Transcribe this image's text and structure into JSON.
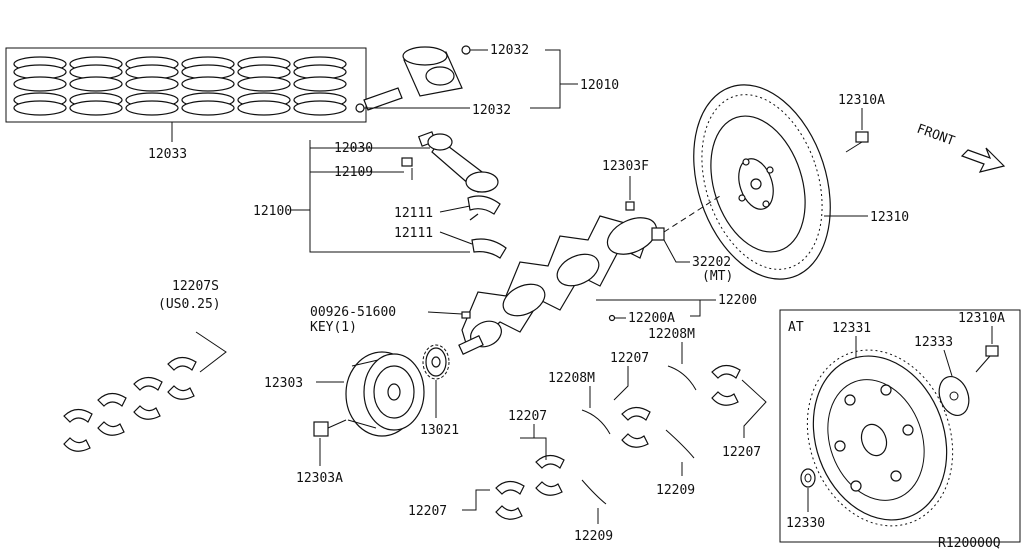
{
  "labels": {
    "p12033": "12033",
    "p12032a": "12032",
    "p12032b": "12032",
    "p12010": "12010",
    "p12030": "12030",
    "p12109": "12109",
    "p12100": "12100",
    "p12111a": "12111",
    "p12111b": "12111",
    "p12303f": "12303F",
    "p32202": "32202",
    "p32202_sub": "(MT)",
    "p12310a_top": "12310A",
    "p12310": "12310",
    "front": "FRONT",
    "p12207s": "12207S",
    "p12207s_sub": "(US0.25)",
    "p00926": "00926-51600",
    "key": "KEY(1)",
    "p12200a": "12200A",
    "p12200": "12200",
    "p12208m_a": "12208M",
    "p12208m_b": "12208M",
    "p12207_a": "12207",
    "p12207_b": "12207",
    "p12207_c": "12207",
    "p12207_d": "12207",
    "p12303": "12303",
    "p13021": "13021",
    "p12303a": "12303A",
    "p12209_a": "12209",
    "p12209_b": "12209",
    "at": "AT",
    "p12331": "12331",
    "p12310a_at": "12310A",
    "p12333": "12333",
    "p12330": "12330",
    "ref": "R120000Q"
  }
}
